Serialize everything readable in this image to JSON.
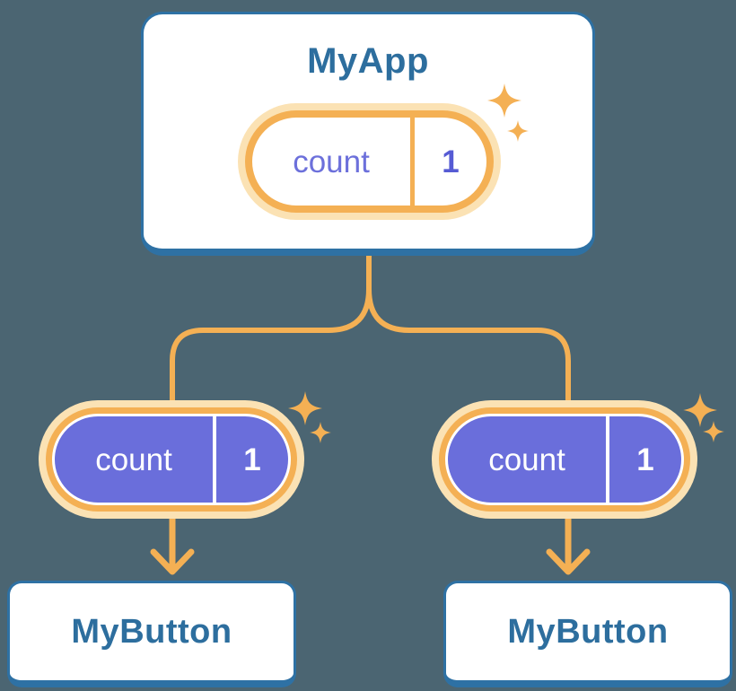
{
  "diagram": {
    "description": "component-state-tree",
    "root": {
      "title": "MyApp",
      "state": {
        "name": "count",
        "value": "1"
      }
    },
    "children": [
      {
        "title": "MyButton",
        "state": {
          "name": "count",
          "value": "1"
        }
      },
      {
        "title": "MyButton",
        "state": {
          "name": "count",
          "value": "1"
        }
      }
    ],
    "icons": {
      "sparkle": "four-point-star"
    },
    "colors": {
      "background": "#4B6572",
      "card_bg": "#FFFFFF",
      "card_border": "#2E71A4",
      "title_text": "#2D6E9E",
      "accent_orange": "#F4B054",
      "accent_orange_glow": "#FBE2B4",
      "state_purple": "#6A6EDB",
      "state_name_text": "#6C70DB",
      "state_value_text": "#565BD4"
    }
  }
}
